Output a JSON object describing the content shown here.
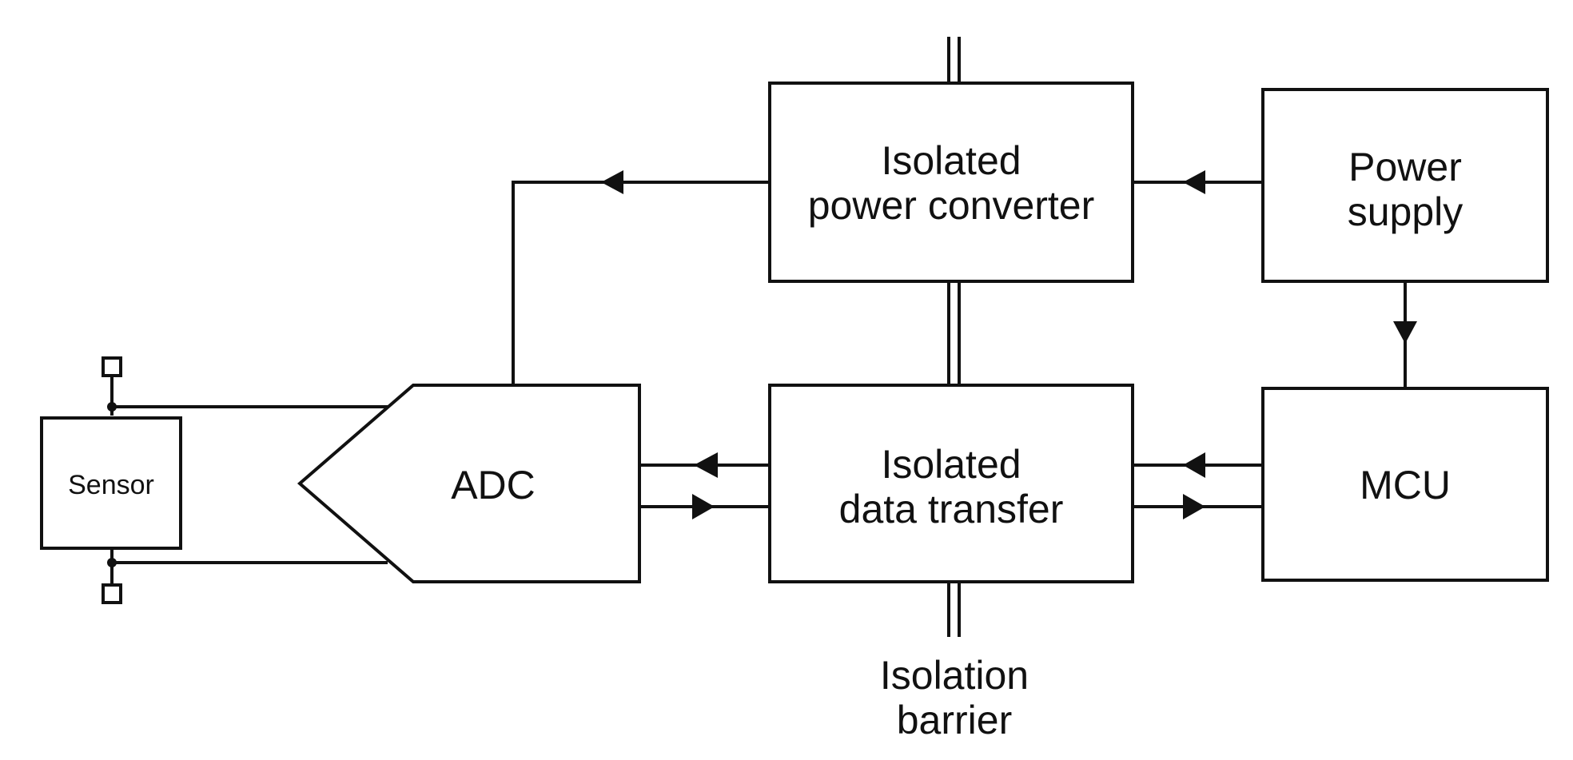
{
  "blocks": {
    "isolated_power_converter": {
      "line1": "Isolated",
      "line2": "power converter"
    },
    "power_supply": {
      "line1": "Power",
      "line2": "supply"
    },
    "adc": {
      "label": "ADC"
    },
    "isolated_data_transfer": {
      "line1": "Isolated",
      "line2": "data transfer"
    },
    "mcu": {
      "label": "MCU"
    },
    "sensor": {
      "label": "Sensor"
    }
  },
  "isolation_barrier": {
    "line1": "Isolation",
    "line2": "barrier"
  },
  "connections": [
    {
      "from": "Power supply",
      "to": "Isolated power converter"
    },
    {
      "from": "Isolated power converter",
      "to": "ADC"
    },
    {
      "from": "Power supply",
      "to": "MCU"
    },
    {
      "from": "Isolated data transfer",
      "to": "ADC"
    },
    {
      "from": "ADC",
      "to": "Isolated data transfer"
    },
    {
      "from": "MCU",
      "to": "Isolated data transfer"
    },
    {
      "from": "Isolated data transfer",
      "to": "MCU"
    },
    {
      "from": "Sensor",
      "to": "ADC"
    }
  ]
}
